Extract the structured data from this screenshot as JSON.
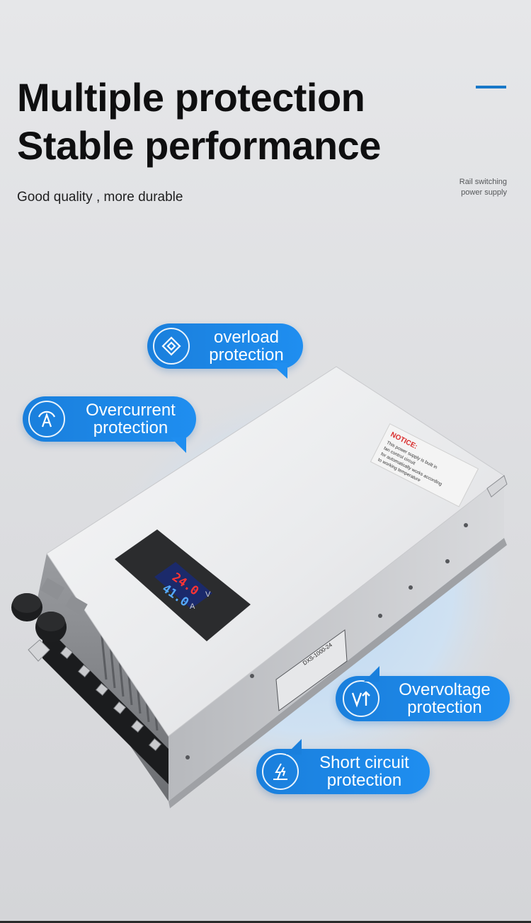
{
  "header": {
    "title_line1": "Multiple protection",
    "title_line2": "Stable performance",
    "subtitle": "Good quality , more durable"
  },
  "side_note": {
    "line1": "Rail switching",
    "line2": "power supply"
  },
  "product": {
    "model_label": "DXS-1000-24",
    "notice_title": "NOTICE:",
    "notice_text1": "This power supply is built in",
    "notice_text2": "fan control circuit",
    "notice_text3": "for automatically works according",
    "notice_text4": "to working temperature",
    "display_voltage": "24.0",
    "display_current": "41.0",
    "unit_v": "V",
    "unit_a": "A"
  },
  "features": [
    {
      "line1": "overload",
      "line2": "protection",
      "icon": "overload-icon"
    },
    {
      "line1": "Overcurrent",
      "line2": "protection",
      "icon": "overcurrent-icon"
    },
    {
      "line1": "Overvoltage",
      "line2": "protection",
      "icon": "overvoltage-icon"
    },
    {
      "line1": "Short circuit",
      "line2": "protection",
      "icon": "short-circuit-icon"
    }
  ],
  "colors": {
    "accent": "#1878c8",
    "bubble": "#1d87e8"
  }
}
